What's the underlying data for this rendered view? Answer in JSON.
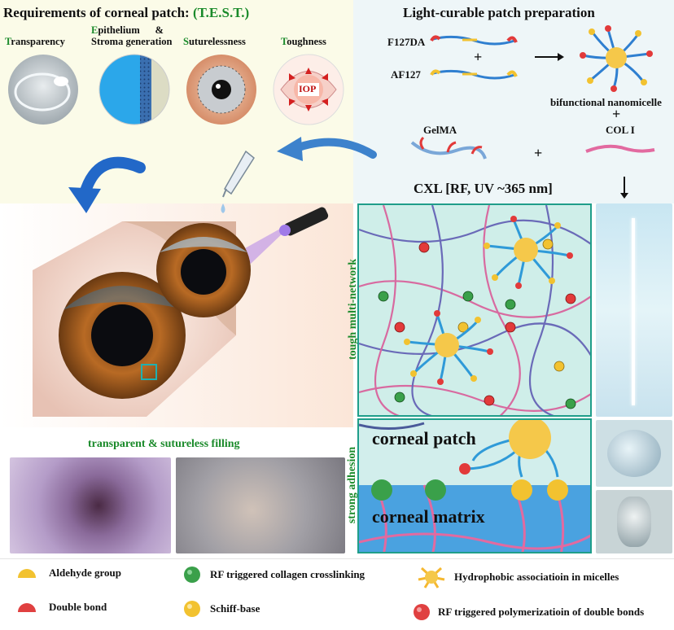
{
  "header": {
    "requirements_title": "Requirements of corneal patch:",
    "requirements_acronym": "(T.E.S.T.)",
    "preparation_title": "Light-curable patch preparation"
  },
  "requirements": [
    {
      "initial": "T",
      "rest": "ransparency"
    },
    {
      "initial": "E",
      "rest": "pithelium      &"
    },
    {
      "initial": "S",
      "rest": "uturelessness"
    },
    {
      "initial": "T",
      "rest": "oughness"
    }
  ],
  "stroma_label": "Stroma generation",
  "iop_label": "IOP",
  "preparation": {
    "f127da": "F127DA",
    "af127": "AF127",
    "plus1": "+",
    "nanomicelle": "bifunctional nanomicelle",
    "plus2": "+",
    "col": "COL I",
    "gelma": "GelMA",
    "plus3": "+",
    "cxl": "CXL [RF, UV ~365 nm]"
  },
  "side_labels": {
    "network": "tough multi-network",
    "adhesion": "strong adhesion"
  },
  "adhesion_panel": {
    "patch": "corneal patch",
    "matrix": "corneal matrix"
  },
  "filling_title": "transparent & sutureless filling",
  "legend": [
    {
      "label": "Aldehyde group",
      "icon": "aldehyde-half-circle",
      "color": "#f2c230"
    },
    {
      "label": "RF triggered collagen crosslinking",
      "icon": "green-sphere",
      "color": "#3aa04a"
    },
    {
      "label": "Hydrophobic associatioin in micelles",
      "icon": "micelle-core",
      "color": "#f2c230"
    },
    {
      "label": "Double bond",
      "icon": "double-bond-half-circle",
      "color": "#e04040"
    },
    {
      "label": "Schiff-base",
      "icon": "yellow-sphere",
      "color": "#f2c230"
    },
    {
      "label": "RF triggered polymerizatioin of double bonds",
      "icon": "red-sphere",
      "color": "#e04040"
    }
  ],
  "colors": {
    "accent_green": "#1a8a2a",
    "panel_border": "#1f9e8a",
    "network_bg": "#cfeee9",
    "matrix_blue": "#4aa2e0"
  }
}
